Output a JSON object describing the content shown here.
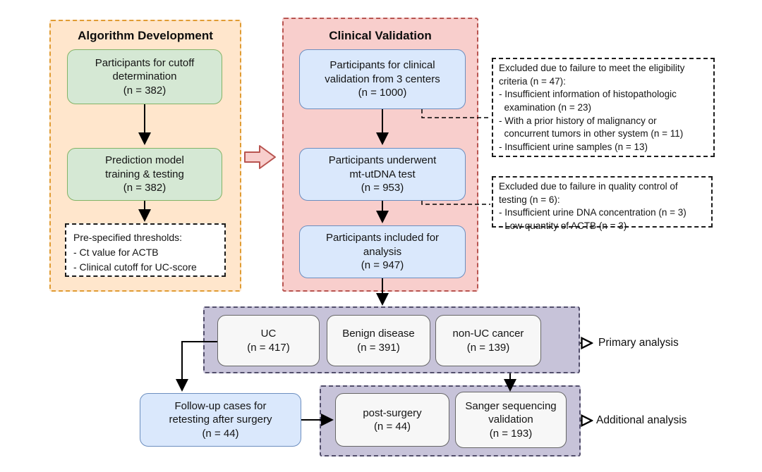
{
  "diagram": {
    "algorithm_panel": {
      "title": "Algorithm Development",
      "cutoff_box": "Participants for cutoff\ndetermination\n(n = 382)",
      "model_box": "Prediction model\ntraining & testing\n(n = 382)",
      "thresholds_box": "Pre-specified thresholds:\n- Ct value for ACTB\n- Clinical cutoff for UC-score"
    },
    "clinical_panel": {
      "title": "Clinical Validation",
      "recruit_box": "Participants for clinical\nvalidation from 3 centers\n(n = 1000)",
      "test_box": "Participants underwent\nmt-utDNA test\n(n = 953)",
      "analysis_box": "Participants included for\nanalysis\n(n = 947)"
    },
    "exclusions": {
      "eligibility_box": "Excluded due to failure to meet the eligibility\ncriteria (n = 47):\n- Insufficient information of histopathologic\n  examination (n = 23)\n- With a prior history of malignancy or\n  concurrent tumors in other system (n = 11)\n- Insufficient urine samples (n = 13)",
      "quality_box": "Excluded due to failure in quality control of\ntesting (n = 6):\n- Insufficient urine DNA concentration (n = 3)\n- Low quantity of ACTB (n = 3)"
    },
    "primary_group": {
      "uc_box": "UC\n(n = 417)",
      "benign_box": "Benign disease\n(n = 391)",
      "non_uc_box": "non-UC cancer\n(n = 139)",
      "label": "Primary analysis"
    },
    "additional_group": {
      "followup_box": "Follow-up cases for\nretesting after surgery\n(n = 44)",
      "post_surgery_box": "post-surgery\n(n = 44)",
      "sanger_box": "Sanger sequencing\nvalidation\n(n = 193)",
      "label": "Additional analysis"
    },
    "colors": {
      "algorithm_panel_fill": "#ffe6cc",
      "algorithm_panel_border": "#e09c33",
      "green_box_fill": "#d5e8d4",
      "green_box_border": "#82b366",
      "clinical_panel_fill": "#f8cecc",
      "clinical_panel_border": "#b85450",
      "blue_box_fill": "#dae8fc",
      "blue_box_border": "#6c8ebf",
      "purple_panel_fill": "#c7c3d9",
      "purple_panel_border": "#524e6b",
      "gray_box_fill": "#f7f7f7",
      "gray_box_border": "#666666",
      "arrow_color": "#000000"
    }
  }
}
